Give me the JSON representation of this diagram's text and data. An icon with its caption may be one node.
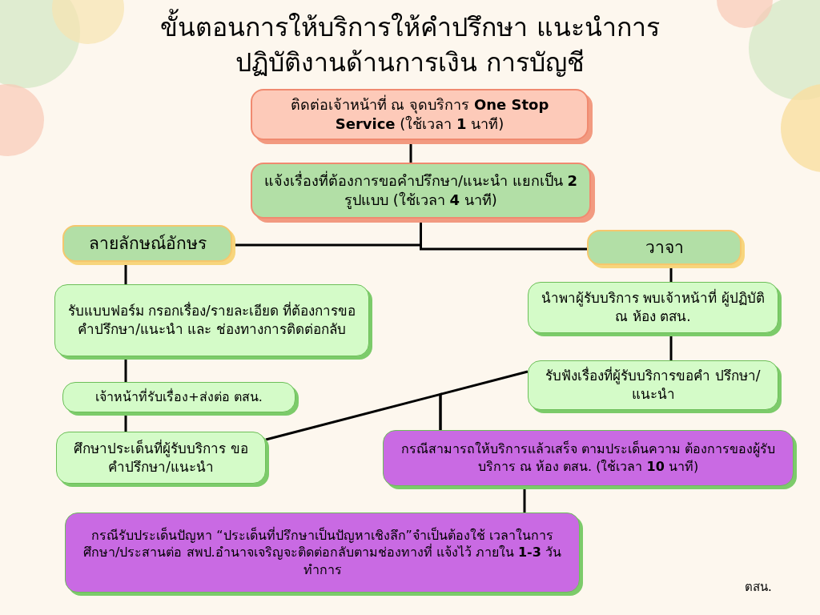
{
  "diagram": {
    "title": "ขั้นตอนการให้บริการให้คำปรึกษา แนะนำการ ปฏิบัติงานด้านการเงิน การบัญชี",
    "nodes": [
      {
        "text": [
          "ติดต่อเจ้าหน้าที่ ณ จุดบริการ **One Stop Service** (ใช้เวลา **1** นาที)"
        ]
      },
      {
        "text": [
          "แจ้งเรื่องที่ต้องการขอคำปรึกษา/แนะนำ แยกเป็น **2** รูปแบบ (ใช้เวลา **4** นาที)"
        ]
      },
      {
        "text": [
          "ลายลักษณ์อักษร"
        ]
      },
      {
        "text": [
          "วาจา"
        ]
      },
      {
        "text": [
          "รับแบบฟอร์ม กรอกเรื่อง/รายละเอียด ที่ต้องการขอคำปรึกษา/แนะนำ และ ช่องทางการติดต่อกลับ"
        ]
      },
      {
        "text": [
          "เจ้าหน้าที่รับเรื่อง+ส่งต่อ ตสน."
        ]
      },
      {
        "text": [
          "ศึกษาประเด็นที่ผู้รับบริการ ขอคำปรึกษา/แนะนำ"
        ]
      },
      {
        "text": [
          "นำพาผู้รับบริการ พบเจ้าหน้าที่ ผู้ปฏิบัติ ณ ห้อง ตสน."
        ]
      },
      {
        "text": [
          "รับฟังเรื่องที่ผู้รับบริการขอคำ ปรึกษา/แนะนำ"
        ]
      },
      {
        "text": [
          "กรณีสามารถให้บริการแล้วเสร็จ ตามประเด็นความ ต้องการของผู้รับบริการ ณ ห้อง ตสน. (ใช้เวลา **10** นาที)"
        ]
      },
      {
        "text": [
          "กรณีรับประเด็นปัญหา “ประเด็นที่ปรึกษาเป็นปัญหาเชิงลึก”จำเป็นต้องใช้ เวลาในการศึกษา/ประสานต่อ สพป.อำนาจเจริญจะติดต่อกลับตามช่องทางที่ แจ้งไว้ ภายใน **1-3** วันทำการ"
        ]
      }
    ],
    "edges": [
      {
        "from": 0,
        "to": 1,
        "arrow": "none"
      },
      {
        "from": 1,
        "to": 2,
        "arrow": "none"
      },
      {
        "from": 1,
        "to": 3,
        "arrow": "none"
      },
      {
        "from": 2,
        "to": 4,
        "arrow": "none"
      },
      {
        "from": 4,
        "to": 5,
        "arrow": "none"
      },
      {
        "from": 5,
        "to": 6,
        "arrow": "none"
      },
      {
        "from": 3,
        "to": 7,
        "arrow": "none"
      },
      {
        "from": 7,
        "to": 8,
        "arrow": "none"
      },
      {
        "from": 6,
        "to": 9,
        "arrow": "none"
      },
      {
        "from": 8,
        "to": 9,
        "arrow": "none"
      },
      {
        "from": 9,
        "to": 10,
        "arrow": "none"
      }
    ],
    "labels": [
      "ตสน."
    ]
  }
}
